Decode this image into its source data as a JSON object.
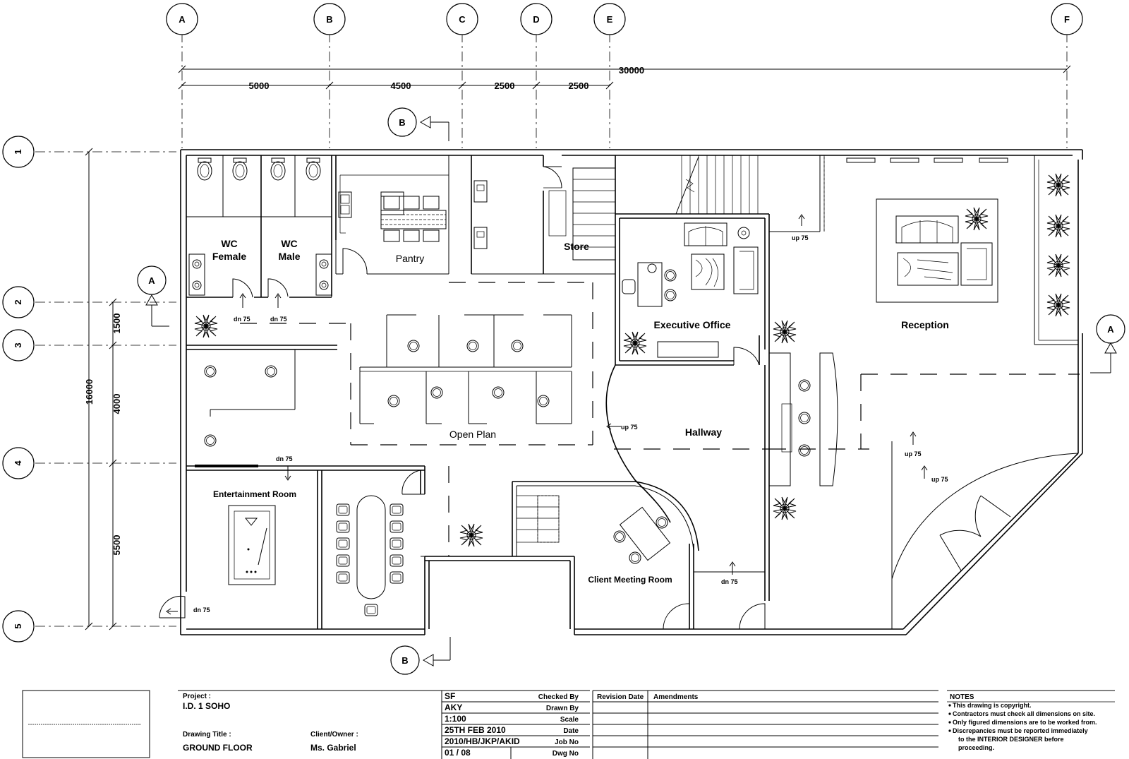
{
  "grid": {
    "columns": [
      "A",
      "B",
      "C",
      "D",
      "E",
      "F"
    ],
    "rows": [
      "1",
      "2",
      "3",
      "4",
      "5"
    ]
  },
  "dimensions": {
    "overall_width": "30000",
    "top_segments": [
      "5000",
      "4500",
      "2500",
      "2500"
    ],
    "overall_height": "16000",
    "left_segments": [
      "1500",
      "4000",
      "5500"
    ]
  },
  "section_markers": {
    "a": "A",
    "b": "B"
  },
  "rooms": {
    "wc_female": [
      "WC",
      "Female"
    ],
    "wc_male": [
      "WC",
      "Male"
    ],
    "pantry": "Pantry",
    "store": "Store",
    "executive_office": "Executive Office",
    "reception": "Reception",
    "open_plan": "Open Plan",
    "hallway": "Hallway",
    "entertainment_room": "Entertainment Room",
    "client_meeting_room": "Client Meeting Room"
  },
  "level_notes": {
    "dn75": "dn 75",
    "up75": "up 75"
  },
  "title_block": {
    "project_label": "Project :",
    "project_value": "I.D. 1 SOHO",
    "drawing_title_label": "Drawing Title :",
    "drawing_title_value": "GROUND FLOOR",
    "client_label": "Client/Owner :",
    "client_value": "Ms. Gabriel",
    "checked_by_value": "SF",
    "checked_by_label": "Checked By",
    "drawn_by_value": "AKY",
    "drawn_by_label": "Drawn By",
    "scale_value": "1:100",
    "scale_label": "Scale",
    "date_value": "25TH FEB 2010",
    "date_label": "Date",
    "job_no_value": "2010/HB/JKP/AKID",
    "job_no_label": "Job No",
    "dwg_no_value": "01 / 08",
    "dwg_no_label": "Dwg No",
    "revision_date_label": "Revision Date",
    "amendments_label": "Amendments"
  },
  "notes": {
    "heading": "NOTES",
    "items": [
      "This drawing is copyright.",
      "Contractors must check all dimensions on site.",
      "Only figured dimensions are to be worked from.",
      "Discrepancies must be reported immediately",
      "to the INTERIOR DESIGNER before",
      "proceeding."
    ]
  }
}
